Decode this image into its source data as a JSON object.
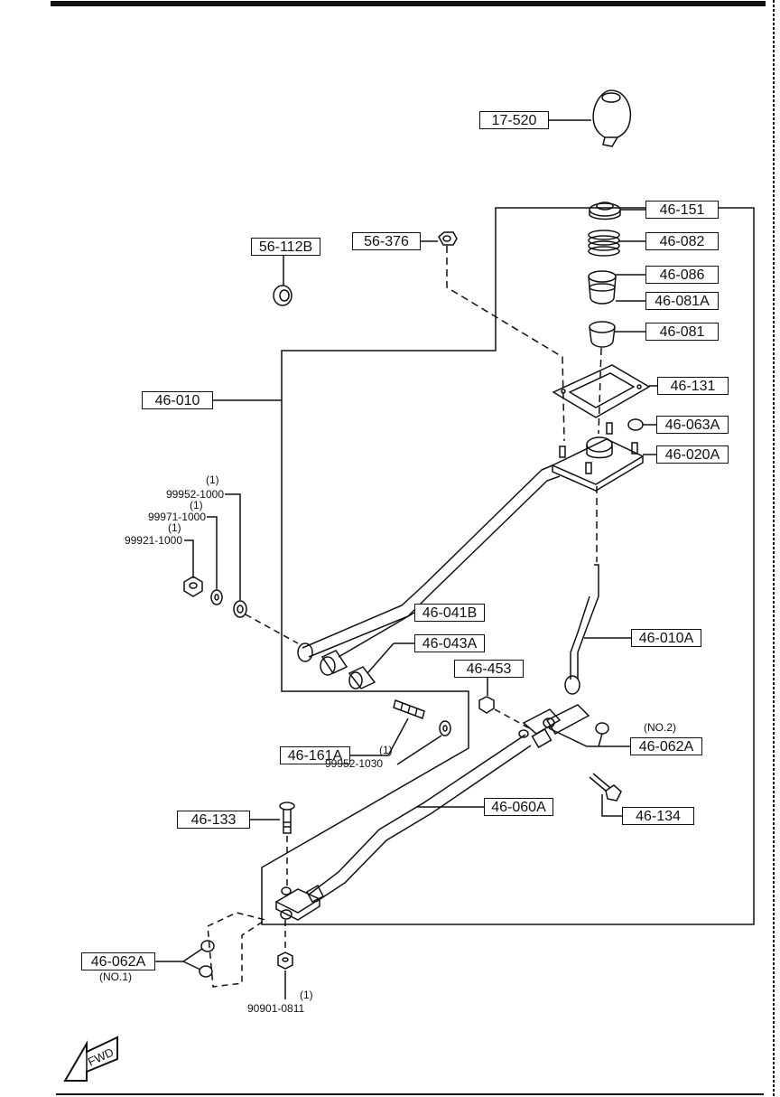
{
  "callouts": {
    "p17_520": "17-520",
    "p46_151": "46-151",
    "p46_082": "46-082",
    "p46_086": "46-086",
    "p46_081A": "46-081A",
    "p46_081": "46-081",
    "p56_112B": "56-112B",
    "p56_376": "56-376",
    "p46_131": "46-131",
    "p46_063A": "46-063A",
    "p46_020A": "46-020A",
    "p46_010": "46-010",
    "p46_041B": "46-041B",
    "p46_043A": "46-043A",
    "p46_010A": "46-010A",
    "p46_453": "46-453",
    "p46_062A_no2": "46-062A",
    "p46_161A": "46-161A",
    "p46_134": "46-134",
    "p46_060A": "46-060A",
    "p46_133": "46-133",
    "p46_062A_no1": "46-062A"
  },
  "annotations": {
    "qty_99952_1000": "(1)",
    "part_99952_1000": "99952-1000",
    "qty_99971_1000": "(1)",
    "part_99971_1000": "99971-1000",
    "qty_99921_1000": "(1)",
    "part_99921_1000": "99921-1000",
    "qty_99952_1030": "(1)",
    "part_99952_1030": "99952-1030",
    "qty_90901_0811": "(1)",
    "part_90901_0811": "90901-0811",
    "no2_label": "(NO.2)",
    "no1_label": "(NO.1)",
    "fwd_label": "FWD"
  },
  "colors": {
    "ink": "#111111",
    "paper": "#ffffff"
  }
}
